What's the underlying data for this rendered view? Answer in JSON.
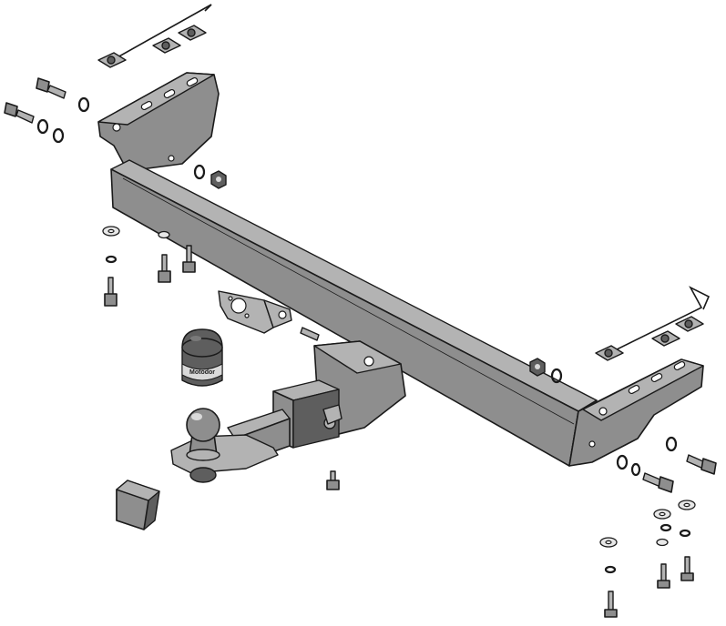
{
  "ball_cover": {
    "brand_text": "Motodor"
  },
  "parts": [
    "tow-bar-crossbeam",
    "left-mounting-bracket",
    "right-mounting-bracket",
    "tow-ball",
    "ball-cover",
    "socket-bracket",
    "receiver-tube",
    "hitch-cap",
    "bolts",
    "washers",
    "nuts",
    "wire-clips"
  ]
}
